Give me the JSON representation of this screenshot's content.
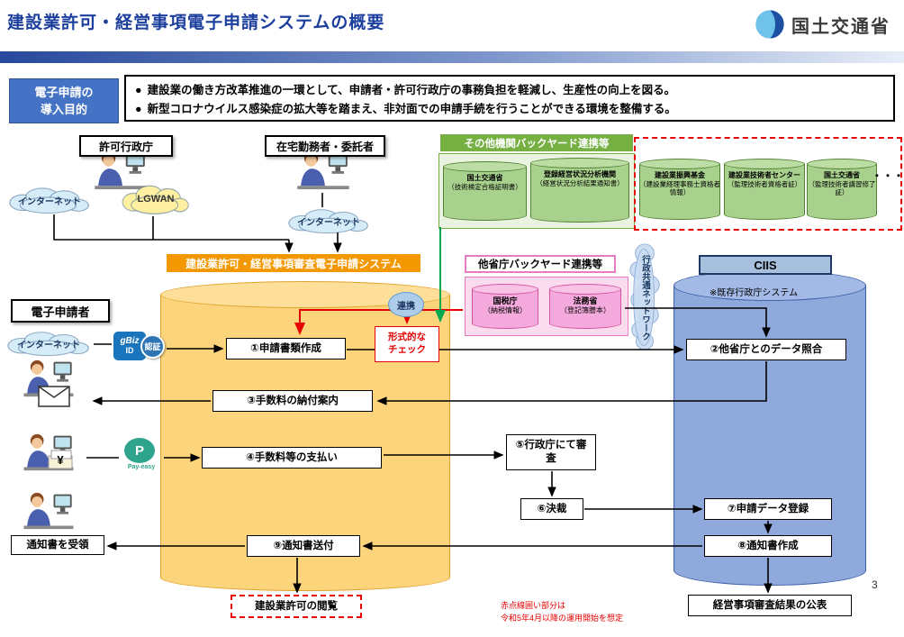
{
  "header": {
    "title": "建設業許可・経営事項電子申請システムの概要",
    "agency": "国土交通省",
    "page_number": "3"
  },
  "purpose": {
    "label_line1": "電子申請の",
    "label_line2": "導入目的",
    "bullet_char": "●",
    "bullets": [
      "建設業の働き方改革推進の一環として、申請者・許可行政庁の事務負担を軽減し、生産性の向上を図る。",
      "新型コロナウイルス感染症の拡大等を踏まえ、非対面での申請手続を行うことができる環境を整備する。"
    ]
  },
  "actors": {
    "authority": "許可行政庁",
    "remote_worker": "在宅勤務者・委託者",
    "applicant": "電子申請者",
    "receive_notice": "通知書を受領"
  },
  "clouds": {
    "internet1": "インターネット",
    "lgwan": "LGWAN",
    "internet2": "インターネット",
    "internet3": "インターネット",
    "gov_network": "行政共通ネットワーク"
  },
  "other_backyard": {
    "title": "その他機関バックヤード連携等",
    "cylinders": [
      {
        "name": "国土交通省",
        "sub": "（技術検定合格証明書）"
      },
      {
        "name": "登録経営状況分析機関",
        "sub": "（経営状況分析結果通知書）"
      },
      {
        "name": "建設業振興基金",
        "sub": "（建設業経理事務士資格者情報）"
      },
      {
        "name": "建設業技術者センター",
        "sub": "（監理技術者資格者証）"
      },
      {
        "name": "国土交通省",
        "sub": "（監理技術者講習修了証）"
      }
    ],
    "ellipsis": "・・・"
  },
  "ministry_backyard": {
    "title": "他省庁バックヤード連携等",
    "cylinders": [
      {
        "name": "国税庁",
        "sub": "（納税情報）"
      },
      {
        "name": "法務省",
        "sub": "（登記簿謄本）"
      }
    ]
  },
  "systems": {
    "main_system": "建設業許可・経営事項審査電子申請システム",
    "ciis": "CIIS",
    "ciis_note": "※既存行政庁システム"
  },
  "auth": {
    "gbiz_line1": "gBiz",
    "gbiz_line2": "ID",
    "label": "認証",
    "payeasy_mark": "P",
    "payeasy": "Pay-easy",
    "yen": "¥"
  },
  "labels": {
    "renkei": "連携",
    "check_line1": "形式的な",
    "check_line2": "チェック"
  },
  "flow": {
    "step1": "①申請書類作成",
    "step2": "②他省庁とのデータ照合",
    "step3": "③手数料の納付案内",
    "step4": "④手数料等の支払い",
    "step5": "⑤行政庁にて審査",
    "step6": "⑥決裁",
    "step7": "⑦申請データ登録",
    "step8": "⑧通知書作成",
    "step9": "⑨通知書送付",
    "view_permit": "建設業許可の閲覧",
    "publish_results": "経営事項審査結果の公表"
  },
  "note": {
    "line1": "赤点線囲い部分は",
    "line2": "令和5年4月以降の運用開始を想定"
  },
  "colors": {
    "title_blue": "#1c3f9e",
    "orange_system": "#f39800",
    "green_backyard": "#76b043",
    "pink_backyard": "#e87cc2",
    "blue_ciis": "#8fa9dc",
    "red_dashed": "#e60000"
  }
}
